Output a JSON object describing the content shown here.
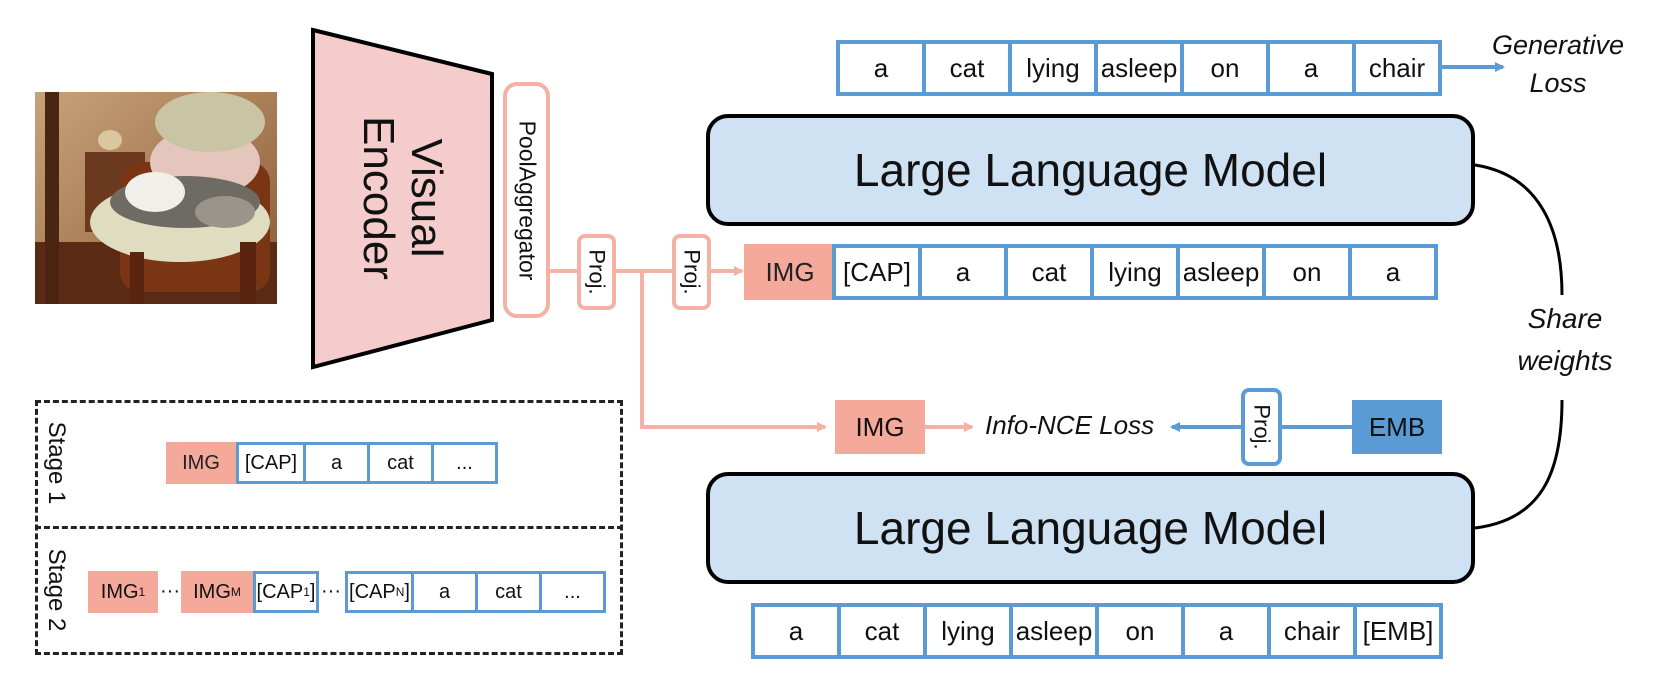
{
  "encoder": {
    "line1": "Visual",
    "line2": "Encoder"
  },
  "pool_aggregator": "PoolAggregator",
  "proj": "Proj.",
  "top_tokens": [
    "a",
    "cat",
    "lying",
    "asleep",
    "on",
    "a",
    "chair"
  ],
  "generative_loss": {
    "line1": "Generative",
    "line2": "Loss"
  },
  "llm_label": "Large Language Model",
  "mid_tokens": {
    "img": "IMG",
    "tokens": [
      "[CAP]",
      "a",
      "cat",
      "lying",
      "asleep",
      "on",
      "a"
    ]
  },
  "share_weights": {
    "line1": "Share",
    "line2": "weights"
  },
  "contrastive": {
    "img": "IMG",
    "loss": "Info-NCE Loss",
    "emb": "EMB"
  },
  "bottom_tokens": [
    "a",
    "cat",
    "lying",
    "asleep",
    "on",
    "a",
    "chair",
    "[EMB]"
  ],
  "stage1": {
    "label": "Stage 1",
    "img": "IMG",
    "tokens": [
      "[CAP]",
      "a",
      "cat",
      "..."
    ]
  },
  "stage2": {
    "label": "Stage 2",
    "img1": "IMG",
    "img1_sub": "1",
    "ellipsis": "···",
    "imgM": "IMG",
    "imgM_sub": "M",
    "cap1": "[CAP",
    "cap1_sub": "1",
    "cap1_end": "]",
    "capN": "[CAP",
    "capN_sub": "N",
    "capN_end": "]",
    "tokens": [
      "a",
      "cat",
      "..."
    ]
  },
  "colors": {
    "image_token": "#f4a99a",
    "text_token_border": "#5b9bd5",
    "llm_fill": "#cfe2f3",
    "encoder_fill": "#f4cccc"
  }
}
